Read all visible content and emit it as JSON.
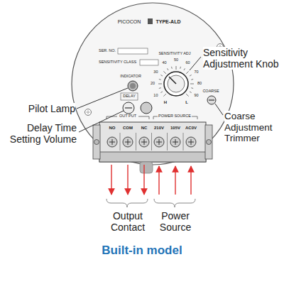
{
  "diagram": {
    "caption": "Built-in model",
    "labels": [
      "Sensitivity Adjustment Knob",
      "Pilot Lamp",
      "Delay Time Setting Volume",
      "Coarse Adjustment Trimmer",
      "PICOCON",
      "TYPE-ALD",
      "SER. NO.",
      "SENSITIVITY CLASS",
      "INDICATOR",
      "SENSITIVITY ADJ",
      "DELAY",
      "COARSE",
      "10",
      "20",
      "30",
      "40",
      "50",
      "60",
      "70",
      "80",
      "90",
      "H",
      "L",
      "OUT PUT",
      "POWER SOURCE",
      "NO",
      "COM",
      "NC",
      "210V",
      "105V",
      "AC0V",
      "Output Contact",
      "Power Source"
    ]
  }
}
